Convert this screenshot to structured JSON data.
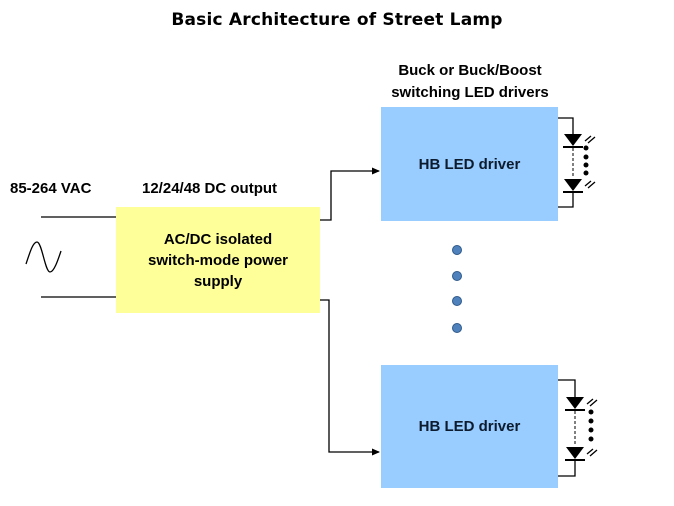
{
  "title": "Basic Architecture of Street Lamp",
  "input": {
    "voltage_label": "85-264 VAC",
    "source_icon": "ac-sine-wave-icon"
  },
  "power_supply": {
    "output_label": "12/24/48 DC output",
    "lines": [
      "AC/DC isolated",
      "switch-mode power",
      "supply"
    ],
    "color": "#ffff99"
  },
  "drivers": {
    "caption_lines": [
      "Buck or Buck/Boost",
      "switching LED drivers"
    ],
    "color": "#99ccff",
    "items": [
      {
        "label": "HB LED driver",
        "led_icon": "led-string-icon"
      },
      {
        "label": "HB LED driver",
        "led_icon": "led-string-icon"
      }
    ],
    "ellipsis_dot_count": 4,
    "ellipsis_dot_color": "#4f81bd"
  }
}
